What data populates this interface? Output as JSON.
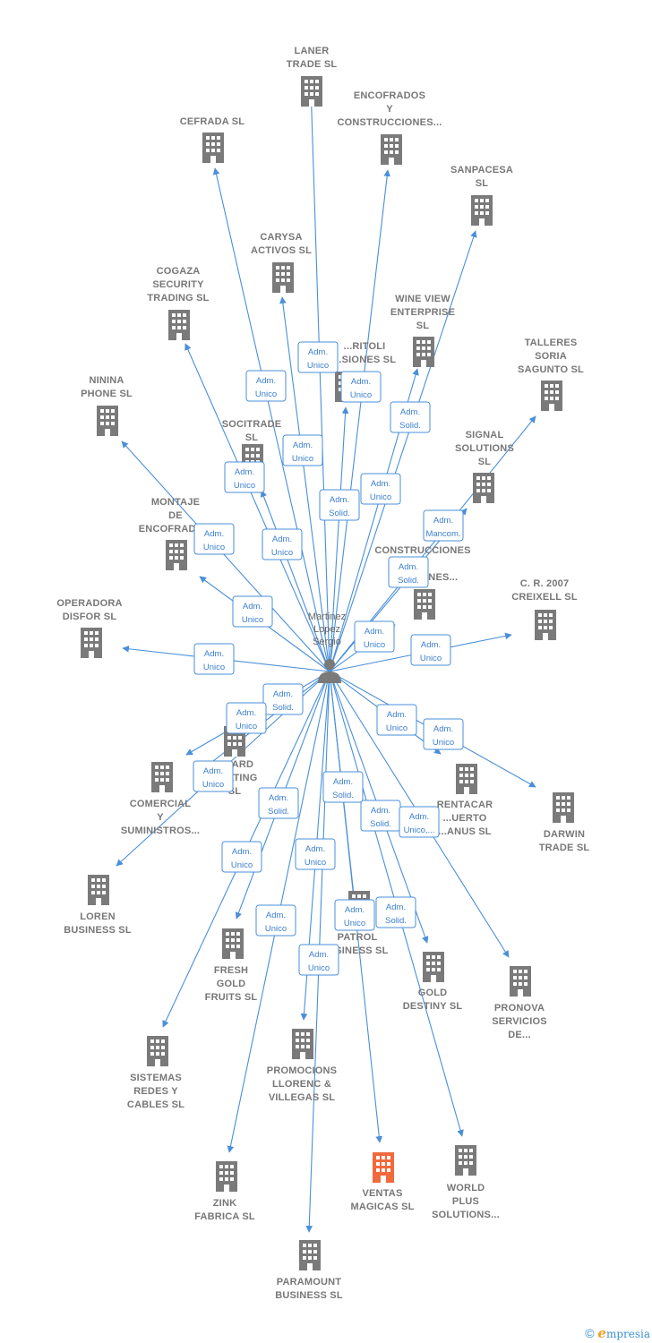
{
  "colors": {
    "edge": "#4a8fd9",
    "building": "#7a7a7a",
    "highlight": "#f06a3e",
    "text": "#777777"
  },
  "center": {
    "label": [
      "Martinez",
      "Lopez",
      "Sergio"
    ],
    "icon": "person-icon"
  },
  "companies": [
    {
      "id": "laner",
      "label": [
        "LANER",
        "TRADE  SL"
      ]
    },
    {
      "id": "encofrados",
      "label": [
        "ENCOFRADOS",
        "Y",
        "CONSTRUCCIONES..."
      ]
    },
    {
      "id": "cefrada",
      "label": [
        "CEFRADA SL"
      ]
    },
    {
      "id": "sanpacesa",
      "label": [
        "SANPACESA",
        "SL"
      ]
    },
    {
      "id": "carysa",
      "label": [
        "CARYSA",
        "ACTIVOS  SL"
      ]
    },
    {
      "id": "cogaza",
      "label": [
        "COGAZA",
        "SECURITY",
        "TRADING SL"
      ]
    },
    {
      "id": "wineview",
      "label": [
        "WINE VIEW",
        "ENTERPRISE",
        "SL"
      ]
    },
    {
      "id": "talleres",
      "label": [
        "TALLERES",
        "SORIA",
        "SAGUNTO  SL"
      ]
    },
    {
      "id": "tritoli",
      "label": [
        "...RITOLI",
        "...SIONES SL"
      ]
    },
    {
      "id": "ninina",
      "label": [
        "NININA",
        "PHONE  SL"
      ]
    },
    {
      "id": "socitrade",
      "label": [
        "SOCITRADE",
        "SL"
      ]
    },
    {
      "id": "signal",
      "label": [
        "SIGNAL",
        "SOLUTIONS",
        "SL"
      ]
    },
    {
      "id": "montaje",
      "label": [
        "MONTAJE",
        "DE",
        "ENCOFRADO..."
      ]
    },
    {
      "id": "construcciones",
      "label": [
        "CONSTRUCCIONES",
        "...",
        "RE...CIONES..."
      ]
    },
    {
      "id": "creixell",
      "label": [
        "C. R. 2007",
        "CREIXELL SL"
      ]
    },
    {
      "id": "operadora",
      "label": [
        "OPERADORA",
        "DISFOR  SL"
      ]
    },
    {
      "id": "vanguard",
      "label": [
        "...UARD",
        "...ULTING",
        "SL"
      ]
    },
    {
      "id": "comercial",
      "label": [
        "COMERCIAL",
        "Y",
        "SUMINISTROS..."
      ]
    },
    {
      "id": "rentacar",
      "label": [
        "RENTACAR",
        "...UERTO",
        "...ANUS SL"
      ]
    },
    {
      "id": "darwin",
      "label": [
        "DARWIN",
        "TRADE  SL"
      ]
    },
    {
      "id": "loren",
      "label": [
        "LOREN",
        "BUSINESS  SL"
      ]
    },
    {
      "id": "patrol",
      "label": [
        "PATROL",
        "...SINESS  SL"
      ]
    },
    {
      "id": "fresh",
      "label": [
        "FRESH",
        "GOLD",
        "FRUITS  SL"
      ]
    },
    {
      "id": "gold",
      "label": [
        "GOLD",
        "DESTINY  SL"
      ]
    },
    {
      "id": "pronova",
      "label": [
        "PRONOVA",
        "SERVICIOS",
        "DE..."
      ]
    },
    {
      "id": "sistemas",
      "label": [
        "SISTEMAS",
        "REDES Y",
        "CABLES  SL"
      ]
    },
    {
      "id": "promocions",
      "label": [
        "PROMOCIONS",
        "LLORENC &",
        "VILLEGAS SL"
      ]
    },
    {
      "id": "ventas",
      "label": [
        "VENTAS",
        "MAGICAS  SL"
      ]
    },
    {
      "id": "world",
      "label": [
        "WORLD",
        "PLUS",
        "SOLUTIONS..."
      ]
    },
    {
      "id": "zink",
      "label": [
        "ZINK",
        "FABRICA SL"
      ]
    },
    {
      "id": "paramount",
      "label": [
        "PARAMOUNT",
        "BUSINESS SL"
      ]
    }
  ],
  "relations": [
    {
      "label": [
        "Adm.",
        "Unico"
      ]
    },
    {
      "label": [
        "Adm.",
        "Unico"
      ]
    },
    {
      "label": [
        "Adm.",
        "Unico"
      ]
    },
    {
      "label": [
        "Adm.",
        "Solid."
      ]
    },
    {
      "label": [
        "Adm.",
        "Unico"
      ]
    },
    {
      "label": [
        "Adm.",
        "Unico"
      ]
    },
    {
      "label": [
        "Adm.",
        "Unico"
      ]
    },
    {
      "label": [
        "Adm.",
        "Solid."
      ]
    },
    {
      "label": [
        "Adm.",
        "Unico"
      ]
    },
    {
      "label": [
        "Adm.",
        "Mancom."
      ]
    },
    {
      "label": [
        "Adm.",
        "Unico"
      ]
    },
    {
      "label": [
        "Adm.",
        "Solid."
      ]
    },
    {
      "label": [
        "Adm.",
        "Unico"
      ]
    },
    {
      "label": [
        "Adm.",
        "Unico"
      ]
    },
    {
      "label": [
        "Adm.",
        "Unico"
      ]
    },
    {
      "label": [
        "Adm.",
        "Unico"
      ]
    },
    {
      "label": [
        "Adm.",
        "Solid."
      ]
    },
    {
      "label": [
        "Adm.",
        "Unico"
      ]
    },
    {
      "label": [
        "Adm.",
        "Unico"
      ]
    },
    {
      "label": [
        "Adm.",
        "Unico"
      ]
    },
    {
      "label": [
        "Adm.",
        "Unico"
      ]
    },
    {
      "label": [
        "Adm.",
        "Solid."
      ]
    },
    {
      "label": [
        "Adm.",
        "Solid."
      ]
    },
    {
      "label": [
        "Adm.",
        "Solid."
      ]
    },
    {
      "label": [
        "Adm.",
        "Unico,..."
      ]
    },
    {
      "label": [
        "Adm.",
        "Unico"
      ]
    },
    {
      "label": [
        "Adm.",
        "Unico"
      ]
    },
    {
      "label": [
        "Adm.",
        "Unico"
      ]
    },
    {
      "label": [
        "Adm.",
        "Unico"
      ]
    },
    {
      "label": [
        "Adm.",
        "Solid."
      ]
    },
    {
      "label": [
        "Adm.",
        "Unico"
      ]
    }
  ],
  "footer": {
    "copyright_symbol": "©",
    "brand_initial": "e",
    "brand_rest": "mpresia"
  }
}
